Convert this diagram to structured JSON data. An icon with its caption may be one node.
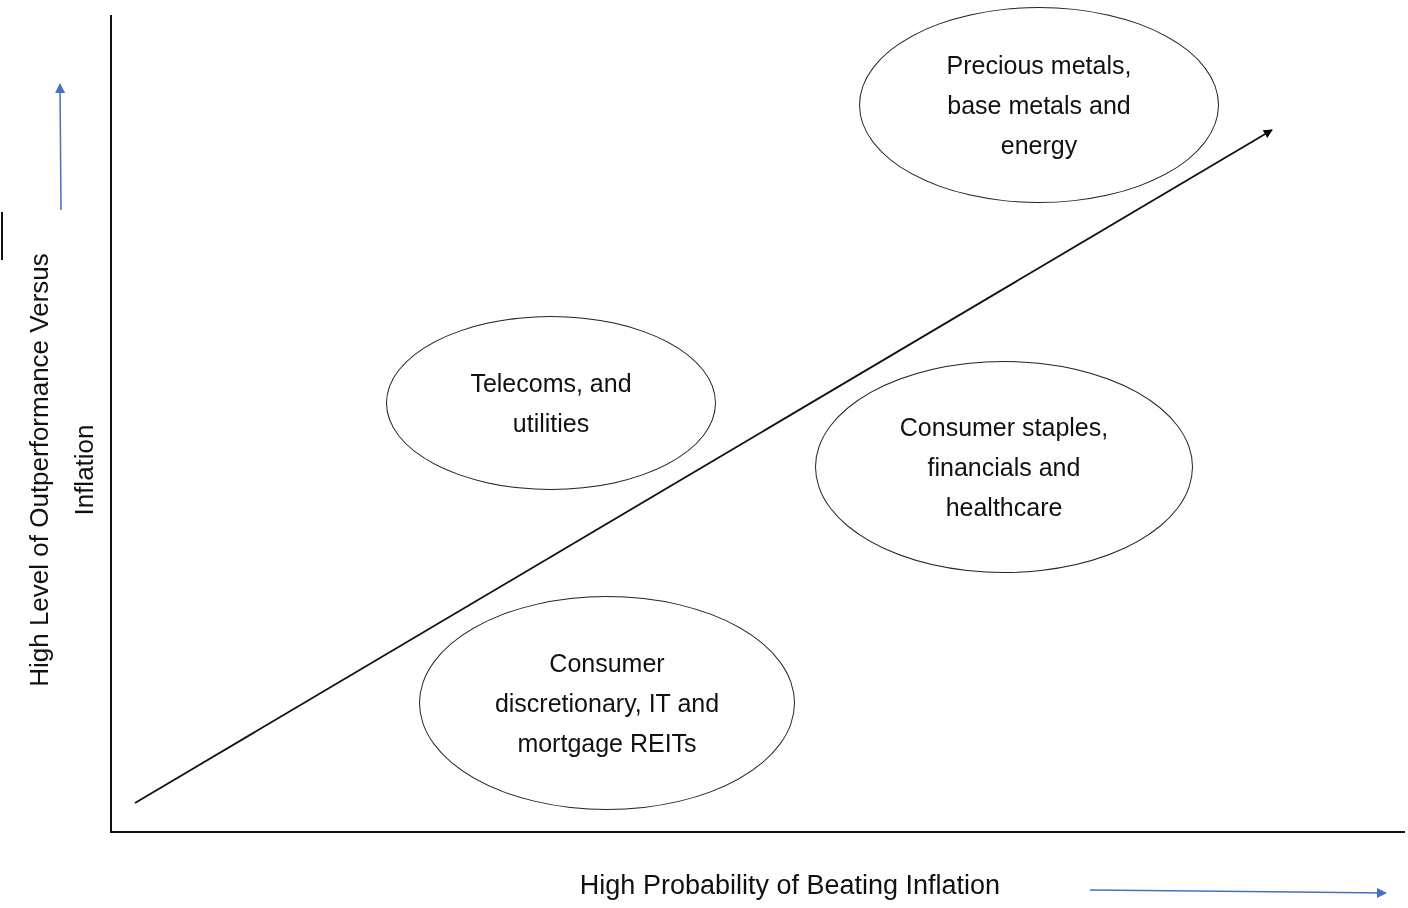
{
  "diagram": {
    "nodes": [
      {
        "text": [
          "Precious metals, base metals and energy"
        ]
      },
      {
        "text": [
          "Telecoms, and utilities"
        ]
      },
      {
        "text": [
          "Consumer staples, financials and healthcare"
        ]
      },
      {
        "text": [
          "Consumer discretionary, IT and mortgage REITs"
        ]
      }
    ],
    "labels": [
      "High Level of Outperformance Versus Inflation",
      "High Probability of Beating Inflation"
    ]
  }
}
